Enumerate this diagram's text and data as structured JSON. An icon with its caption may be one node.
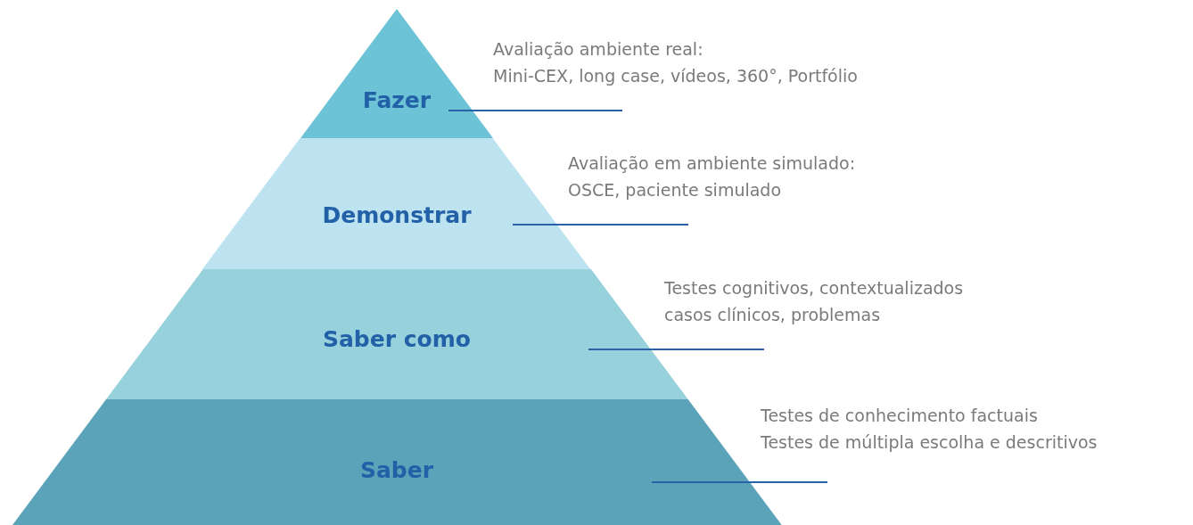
{
  "diagram": {
    "nodes": [
      {
        "text": [
          "Fazer"
        ]
      },
      {
        "text": [
          "Demonstrar"
        ]
      },
      {
        "text": [
          "Saber como"
        ]
      },
      {
        "text": [
          "Saber"
        ]
      },
      {
        "text": [
          "Avaliação ambiente real:",
          "Mini-CEX, long case, vídeos, 360°, Portfólio"
        ]
      },
      {
        "text": [
          "Avaliação em ambiente simulado:",
          "OSCE, paciente simulado"
        ]
      },
      {
        "text": [
          "Testes cognitivos, contextualizados",
          "casos clínicos, problemas"
        ]
      },
      {
        "text": [
          "Testes de conhecimento factuais",
          "Testes de múltipla escolha e descritivos"
        ]
      }
    ],
    "edges": [
      {
        "from": 0,
        "to": 4,
        "arrow": "none"
      },
      {
        "from": 1,
        "to": 5,
        "arrow": "none"
      },
      {
        "from": 2,
        "to": 6,
        "arrow": "none"
      },
      {
        "from": 3,
        "to": 7,
        "arrow": "none"
      }
    ]
  }
}
